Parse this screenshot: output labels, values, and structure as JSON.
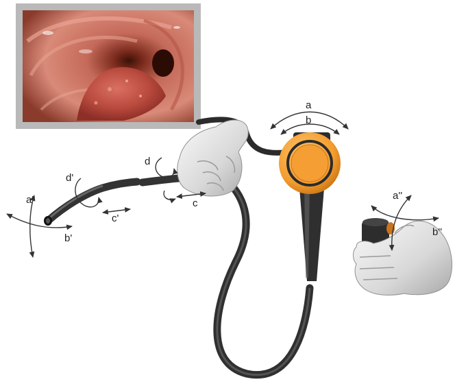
{
  "labels": {
    "a": "a",
    "b": "b",
    "c": "c",
    "d": "d",
    "a_prime": "a'",
    "b_prime": "b'",
    "c_prime": "c'",
    "d_prime": "d'",
    "a_dprime": "a''",
    "b_dprime": "b''"
  },
  "colors": {
    "photo_frame": "#b9b9b9",
    "control_head": "#f5a43a",
    "tube": "#3d3d3d",
    "hand": "#dcdcdc",
    "arrow": "#333333"
  },
  "icons": {
    "endoscopy_photo": "endoscopy-photo-icon",
    "control_head": "endoscope-control-head-icon",
    "hand": "hand-icon"
  }
}
